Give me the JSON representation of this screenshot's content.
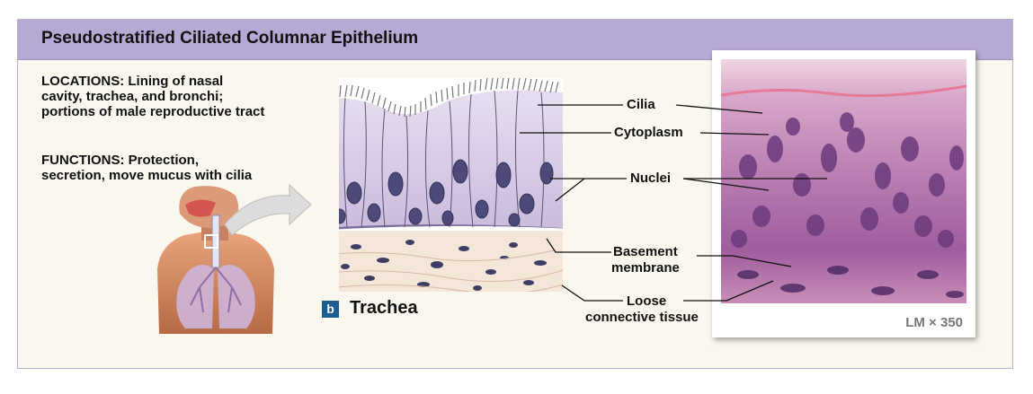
{
  "title": "Pseudostratified Ciliated Columnar Epithelium",
  "locations": "LOCATIONS: Lining of nasal cavity, trachea, and bronchi; portions of male reproductive tract",
  "functions": "FUNCTIONS: Protection, secretion, move mucus with cilia",
  "panel": {
    "badge": "b",
    "caption": "Trachea"
  },
  "labels": {
    "cilia": "Cilia",
    "cytoplasm": "Cytoplasm",
    "nuclei": "Nuclei",
    "basement_line1": "Basement",
    "basement_line2": "membrane",
    "loose_line1": "Loose",
    "loose_line2": "connective tissue"
  },
  "micrograph": {
    "magnification": "LM × 350"
  },
  "colors": {
    "title_bar": "#b6a9d3",
    "frame_border": "#b9afd2",
    "panel_bg": "#faf8ee",
    "badge": "#1b5d8f",
    "cell": "#d9cde6",
    "nucleus": "#4a4a76",
    "connective": "#f2e4d6"
  }
}
